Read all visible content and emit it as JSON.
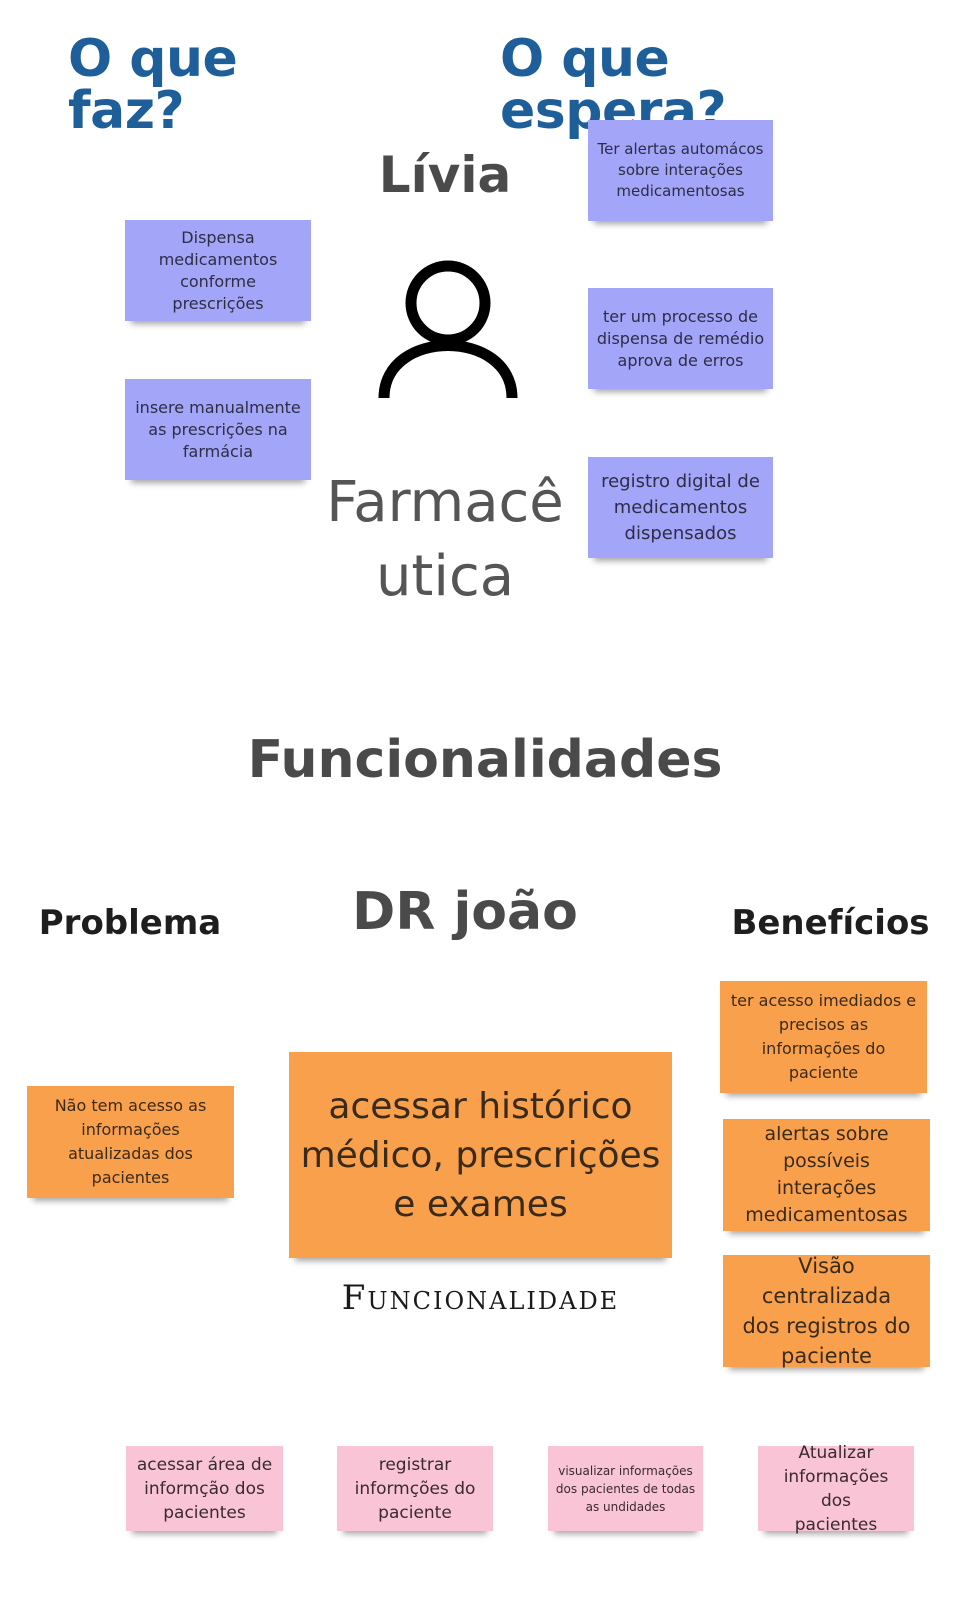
{
  "headings": {
    "what_does": "O que faz?",
    "what_expects": "O que espera?",
    "persona1_name": "Lívia",
    "persona1_role": "Farmacê\nutica",
    "features": "Funcionalidades",
    "persona2_name": "DR joão",
    "problem": "Problema",
    "benefits": "Benefícios",
    "feature_caption": "Funcionalidade"
  },
  "persona1": {
    "does": [
      "Dispensa\nmedicamentos\nconforme prescrições",
      "insere manualmente\nas prescrições na\nfarmácia"
    ],
    "expects": [
      "Ter alertas automácos\nsobre interações\nmedicamentosas",
      "ter um processo de\ndispensa de remédio\naprova de erros",
      "registro digital de\nmedicamentos\ndispensados"
    ]
  },
  "persona2": {
    "problem": "Não tem acesso as\ninformações\natualizadas dos\npacientes",
    "main_feature": "acessar histórico\nmédico, prescrições\ne exames",
    "benefits": [
      "ter acesso imediados e\nprecisos as\ninformações do\npaciente",
      "alertas sobre\npossíveis interações\nmedicamentosas",
      "Visão centralizada\ndos registros do\npaciente"
    ]
  },
  "features_list": [
    "acessar área de\ninformção dos\npacientes",
    "registrar\ninformções do\npaciente",
    "visualizar informações\ndos pacientes de todas\nas undidades",
    "Atualizar\ninformações dos\npacientes"
  ],
  "colors": {
    "heading_blue": "#1e5f9a",
    "sticky_purple": "#a2a5f8",
    "sticky_orange": "#f9a04c",
    "sticky_pink": "#f8c4d6"
  },
  "icons": [
    "person-icon"
  ]
}
